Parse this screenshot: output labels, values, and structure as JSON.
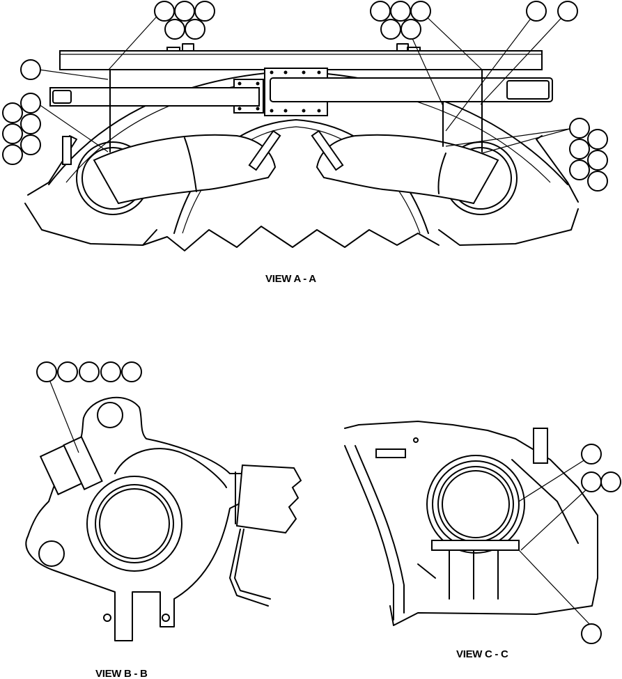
{
  "views": {
    "a": {
      "caption": "VIEW A - A"
    },
    "b": {
      "caption": "VIEW B - B"
    },
    "c": {
      "caption": "VIEW C - C"
    }
  }
}
